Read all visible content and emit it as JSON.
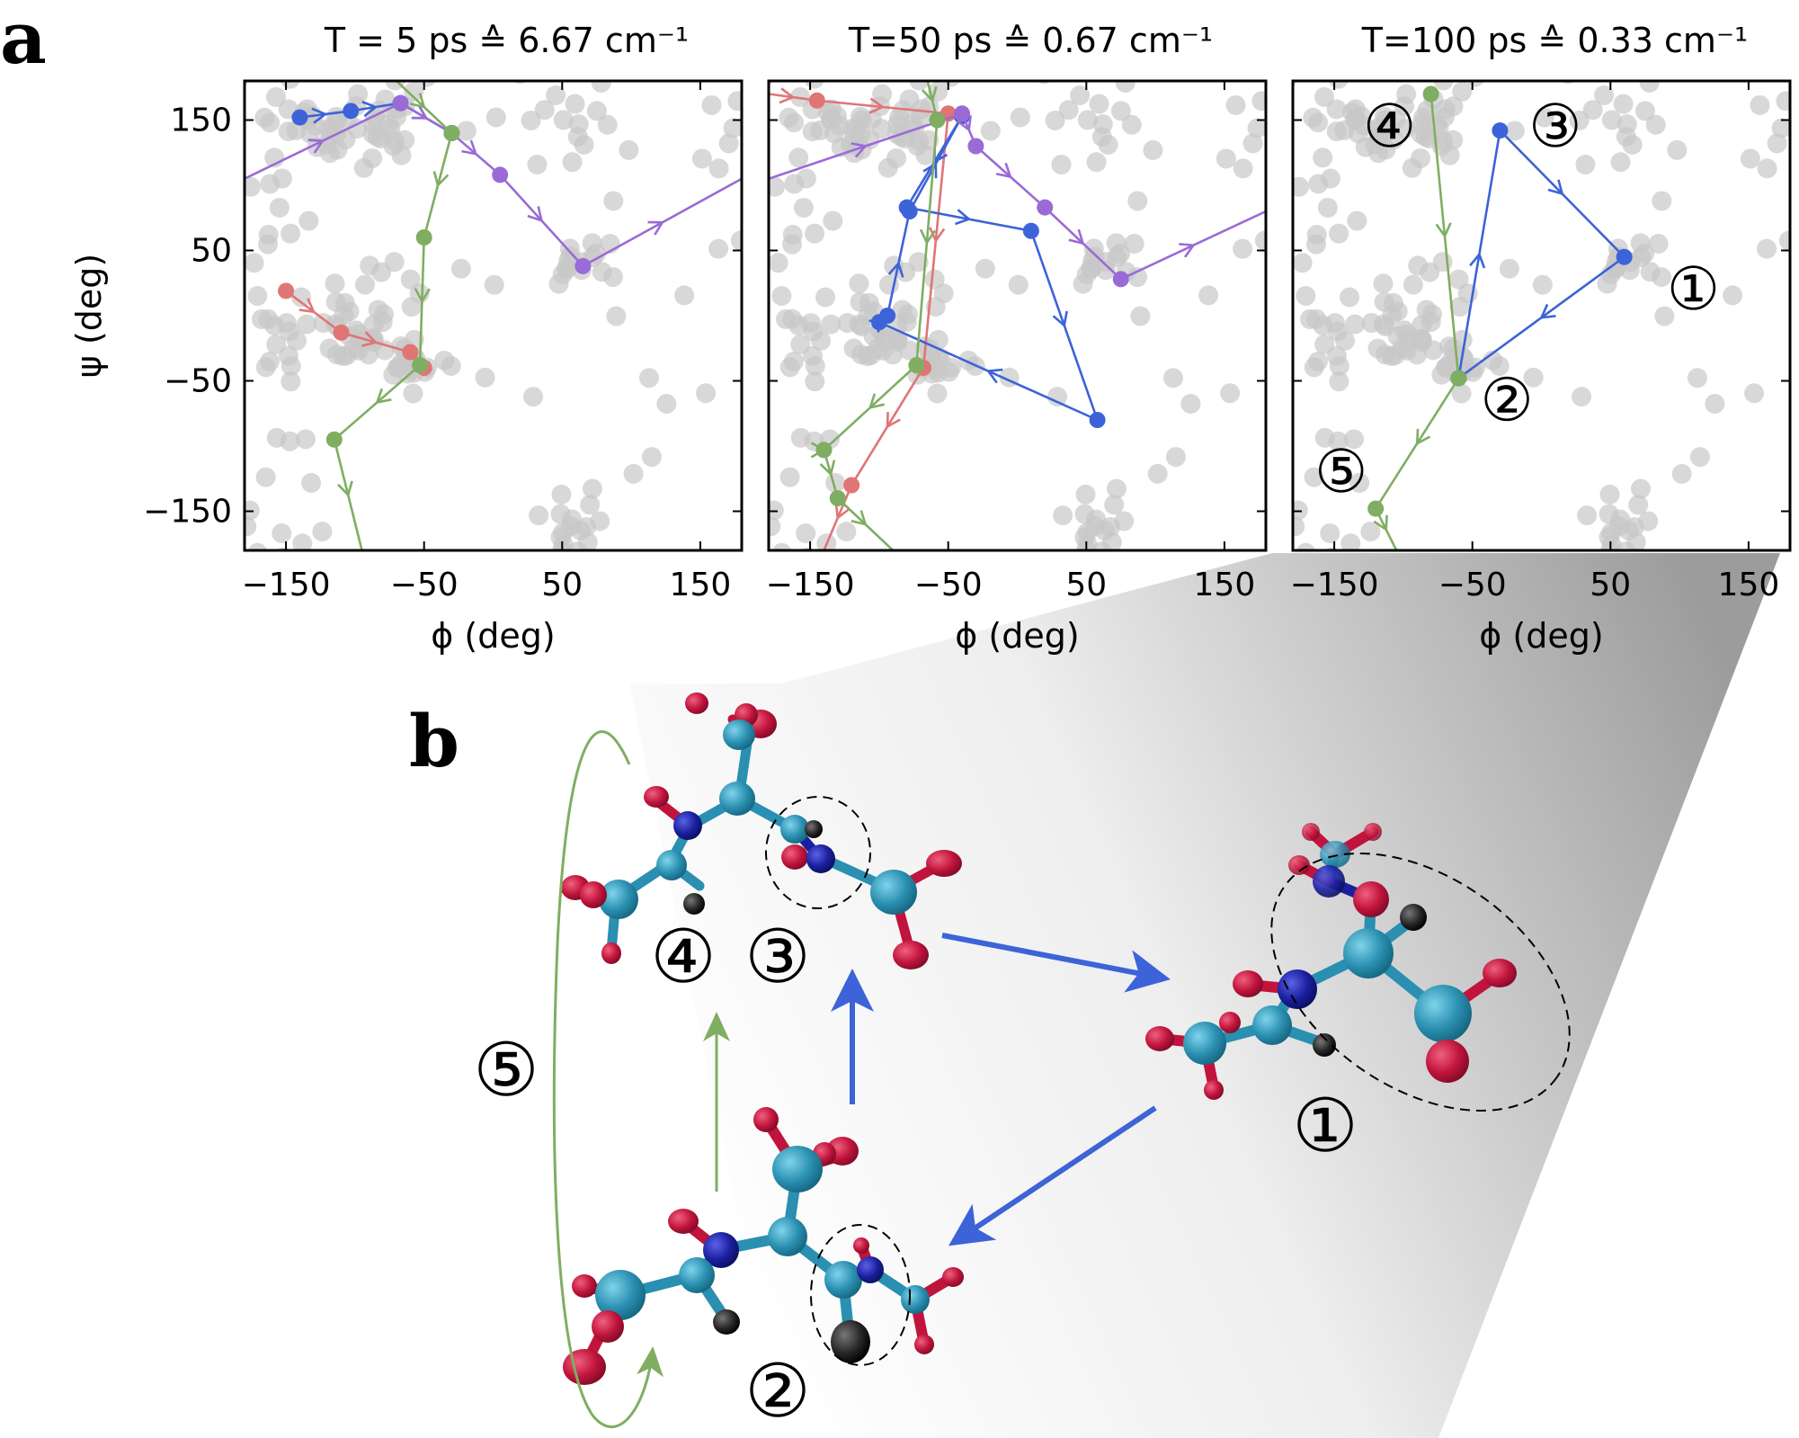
{
  "panel_a_label": "a",
  "panel_b_label": "b",
  "colors": {
    "blue": "#3d63d8",
    "purple": "#9a6bd6",
    "red": "#e07575",
    "green": "#7fae62",
    "grey_points": "#c8c8c8",
    "atom_cyan": "#2a8fb0",
    "atom_red": "#c0143c",
    "atom_navy": "#1a1f9e",
    "atom_black": "#222222"
  },
  "chart_data": [
    {
      "type": "scatter",
      "title": "T = 5 ps ≙ 6.67 cm⁻¹",
      "xlabel": "ϕ (deg)",
      "ylabel": "ψ (deg)",
      "xlim": [
        -180,
        180
      ],
      "ylim": [
        -180,
        180
      ],
      "xticks": [
        "−150",
        "−50",
        "50",
        "150"
      ],
      "yticks": [
        "150",
        "50",
        "−50",
        "−150"
      ],
      "series": [
        {
          "color": "blue",
          "x": [
            -140,
            -103,
            -67,
            -30
          ],
          "y": [
            152,
            157,
            163,
            140
          ]
        },
        {
          "color": "purple",
          "x": [
            -180,
            -67,
            -30,
            5,
            65,
            180
          ],
          "y": [
            105,
            163,
            140,
            108,
            38,
            105
          ]
        },
        {
          "color": "red",
          "x": [
            -150,
            -110,
            -60,
            -50
          ],
          "y": [
            19,
            -13,
            -28,
            -40
          ]
        },
        {
          "color": "green",
          "x": [
            -70,
            -30,
            -50,
            -53,
            -115,
            -95
          ],
          "y": [
            180,
            140,
            60,
            -38,
            -95,
            -180
          ]
        }
      ]
    },
    {
      "type": "scatter",
      "title": "T=50 ps ≙ 0.67 cm⁻¹",
      "xlabel": "ϕ (deg)",
      "ylabel": "",
      "xlim": [
        -180,
        180
      ],
      "ylim": [
        -180,
        180
      ],
      "xticks": [
        "−150",
        "−50",
        "50",
        "150"
      ],
      "yticks": [],
      "series": [
        {
          "color": "red",
          "x": [
            -180,
            -145,
            -50,
            -68,
            -120,
            -140
          ],
          "y": [
            170,
            165,
            155,
            -40,
            -130,
            -180
          ]
        },
        {
          "color": "blue",
          "x": [
            -40,
            -80,
            10,
            58,
            -100,
            -94,
            -78,
            -40
          ],
          "y": [
            153,
            83,
            65,
            -80,
            -5,
            0,
            80,
            153
          ]
        },
        {
          "color": "purple",
          "x": [
            -180,
            -40,
            -30,
            20,
            75,
            180
          ],
          "y": [
            105,
            155,
            130,
            83,
            28,
            80
          ]
        },
        {
          "color": "green",
          "x": [
            -65,
            -58,
            -73,
            -140,
            -140,
            -130,
            -90
          ],
          "y": [
            180,
            150,
            -38,
            -103,
            -103,
            -140,
            -180
          ]
        }
      ]
    },
    {
      "type": "scatter",
      "title": "T=100 ps ≙ 0.33 cm⁻¹",
      "xlabel": "ϕ (deg)",
      "ylabel": "",
      "xlim": [
        -180,
        180
      ],
      "ylim": [
        -180,
        180
      ],
      "xticks": [
        "−150",
        "−50",
        "50",
        "150"
      ],
      "yticks": [],
      "series": [
        {
          "color": "blue",
          "x": [
            -60,
            -30,
            60,
            -60
          ],
          "y": [
            -48,
            142,
            45,
            -48
          ]
        },
        {
          "color": "green",
          "x": [
            -80,
            -60,
            -120,
            -105
          ],
          "y": [
            170,
            -48,
            -148,
            -180
          ]
        }
      ],
      "state_labels": [
        "④",
        "③",
        "①",
        "②",
        "⑤"
      ]
    }
  ],
  "panel_b": {
    "state_labels": [
      "①",
      "②",
      "③",
      "④",
      "⑤"
    ]
  }
}
